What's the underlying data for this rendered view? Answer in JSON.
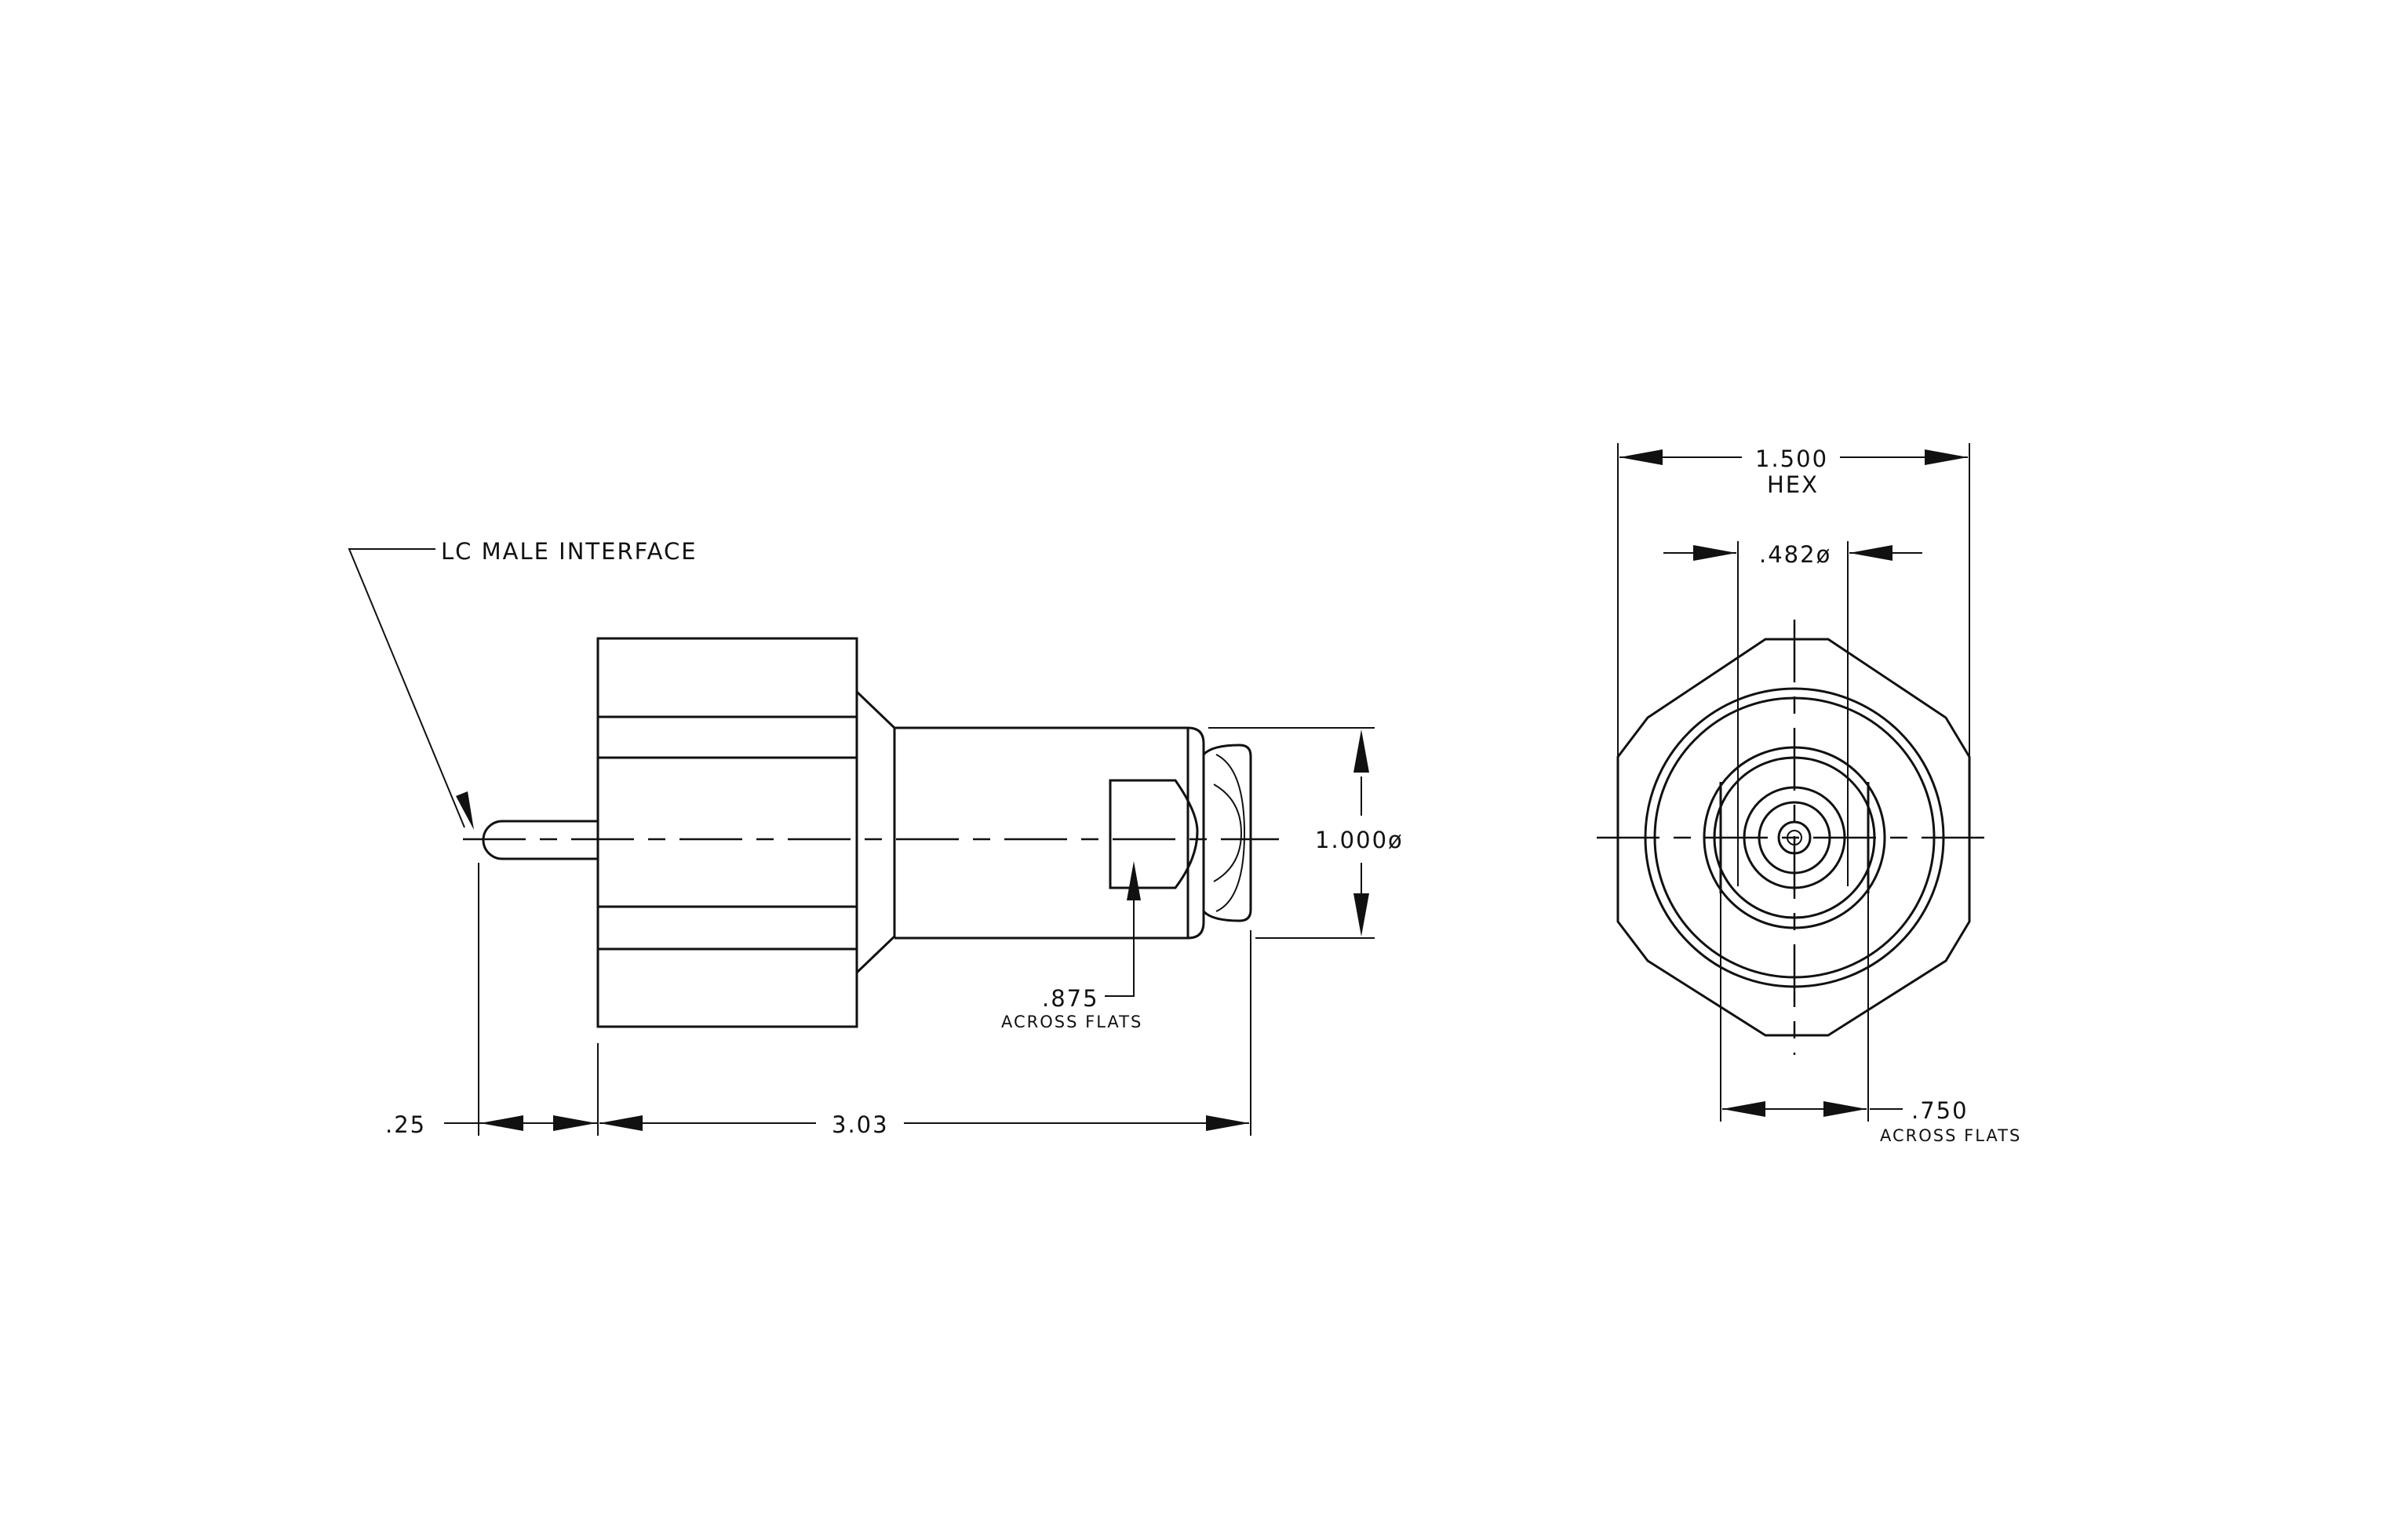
{
  "drawing": {
    "callout_interface": "LC MALE INTERFACE",
    "dim_pin_length": ".25",
    "dim_overall_length": "3.03",
    "dim_body_diameter": "1.000ø",
    "dim_rear_flats": ".875",
    "dim_rear_flats_note": "ACROSS FLATS",
    "dim_hex": "1.500",
    "dim_hex_note": "HEX",
    "dim_bore": ".482ø",
    "dim_face_flats": ".750",
    "dim_face_flats_note": "ACROSS FLATS"
  }
}
